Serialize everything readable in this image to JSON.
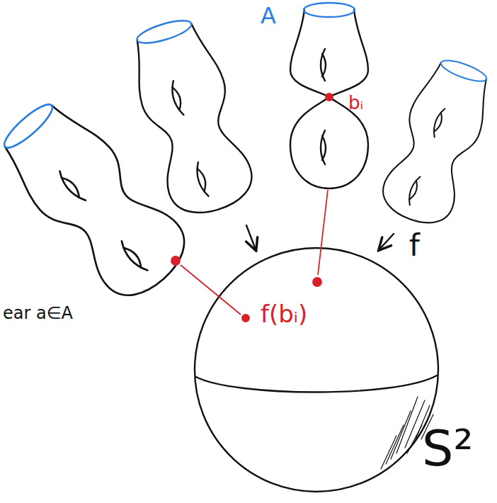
{
  "diagram": {
    "labels": [
      "A",
      "bᵢ",
      "f(bᵢ)",
      "f",
      "S²",
      "ear a∈A"
    ]
  }
}
